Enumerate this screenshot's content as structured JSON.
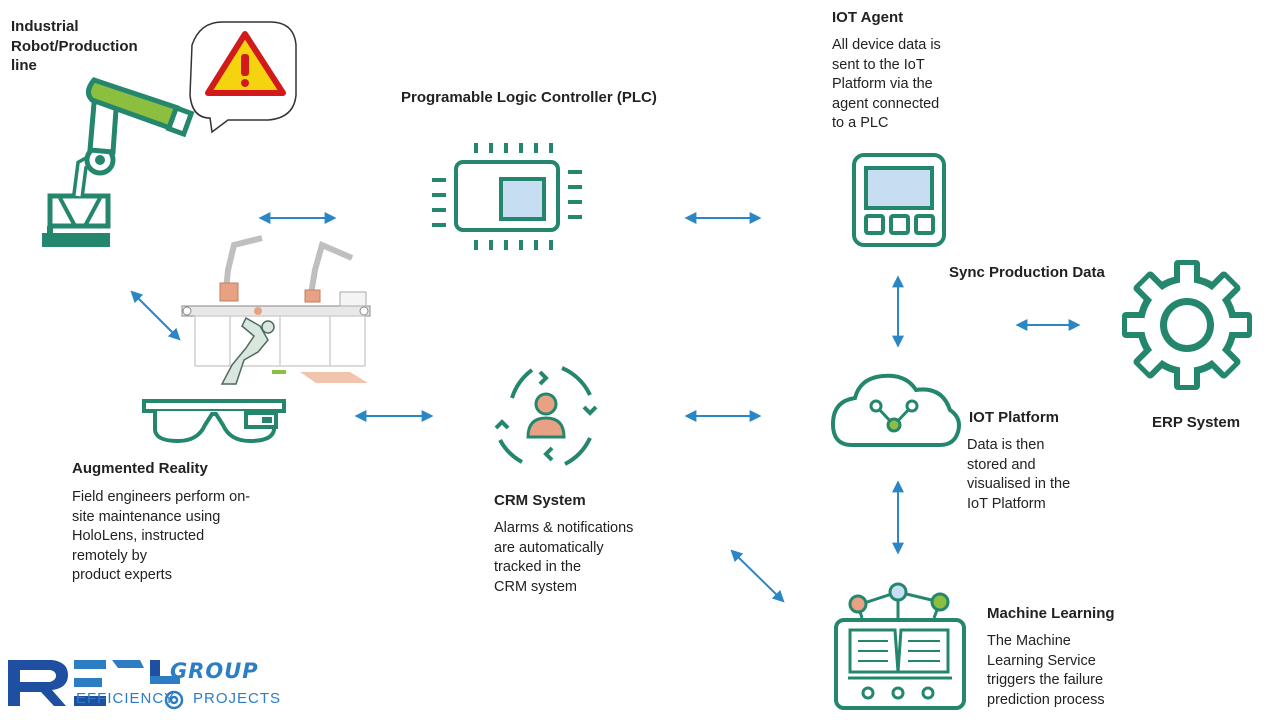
{
  "robot": {
    "title": "Industrial\nRobot/Production\nline"
  },
  "plc": {
    "title": "Programable Logic Controller (PLC)"
  },
  "iot_agent": {
    "title": "IOT Agent",
    "desc": "All device data is\nsent  to the IoT\nPlatform  via the\nagent  connected\nto a PLC"
  },
  "sync": {
    "label": "Sync Production Data"
  },
  "erp": {
    "title": "ERP System"
  },
  "iot_platform": {
    "title": "IOT Platform",
    "desc": "Data is then\nstored  and\nvisualised in  the\nIoT Platform"
  },
  "ar": {
    "title": "Augmented Reality",
    "desc": "Field engineers perform on-\nsite  maintenance using\nHoloLens,  instructed\nremotely by\nproduct experts"
  },
  "crm": {
    "title": "CRM System",
    "desc": "Alarms & notifications\nare automatically\ntracked in the\nCRM system"
  },
  "ml": {
    "title": "Machine Learning",
    "desc": "The Machine\nLearning Service\ntriggers the failure\nprediction process"
  },
  "logo": {
    "mark": "REAL",
    "group": "GROUP",
    "efficiency": "EFFICIENCY",
    "projects": "PROJECTS"
  },
  "colors": {
    "teal": "#24876d",
    "arrow": "#2b86c5",
    "screen": "#c7def2",
    "skin": "#e8a283",
    "green": "#8cbf3f",
    "logo_blue": "#1f4fa0"
  }
}
